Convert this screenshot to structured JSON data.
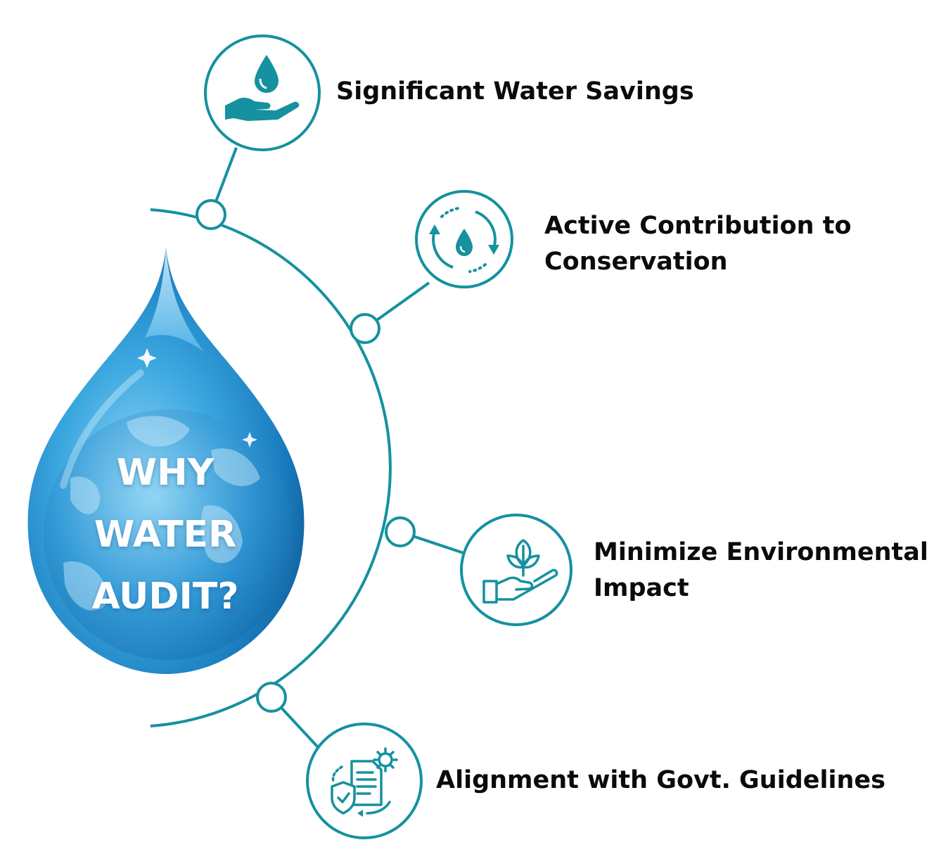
{
  "title": [
    "WHY",
    "WATER",
    "AUDIT?"
  ],
  "colors": {
    "accent": "#15919f",
    "text": "#0b0b0b",
    "drop_light": "#bfe9fb",
    "drop_dark": "#1476b5"
  },
  "items": [
    {
      "icon": "hand-water-drop-icon",
      "lines": [
        "Significant Water Savings"
      ]
    },
    {
      "icon": "water-cycle-drop-icon",
      "lines": [
        "Active Contribution to",
        "Conservation"
      ]
    },
    {
      "icon": "hand-plant-icon",
      "lines": [
        "Minimize Environmental",
        "Impact"
      ]
    },
    {
      "icon": "document-shield-gear-icon",
      "lines": [
        "Alignment with Govt. Guidelines"
      ]
    }
  ]
}
